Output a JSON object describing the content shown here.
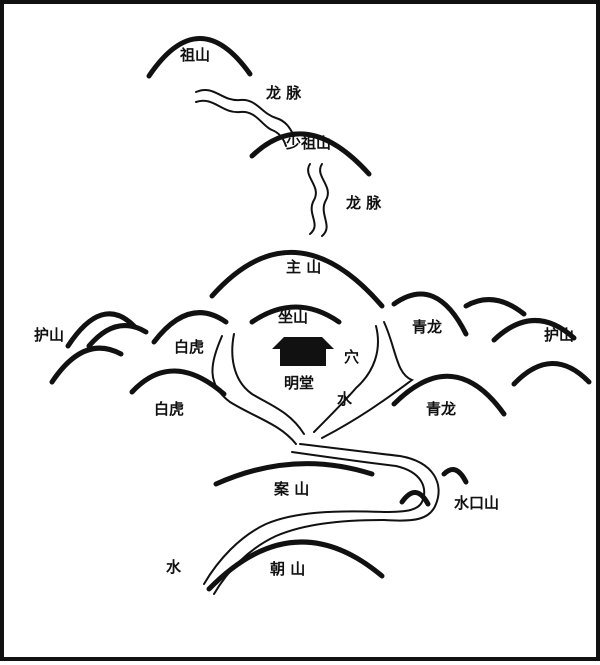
{
  "labels": {
    "zushan": "祖山",
    "longmai1": "龙 脉",
    "shaozushan": "少祖山",
    "longmai2": "龙 脉",
    "zhushan": "主 山",
    "zuoshan": "坐山",
    "xue": "穴",
    "mingtang": "明堂",
    "shui_center": "水",
    "huashan_left": "护山",
    "huashan_right": "护山",
    "baihu_inner": "白虎",
    "baihu_outer": "白虎",
    "qinglong_inner": "青龙",
    "qinglong_outer": "青龙",
    "anshan": "案 山",
    "shuikoushan": "水口山",
    "shui_left": "水",
    "chaoshan": "朝 山"
  },
  "colors": {
    "ink": "#111111",
    "paper": "#ffffff"
  }
}
